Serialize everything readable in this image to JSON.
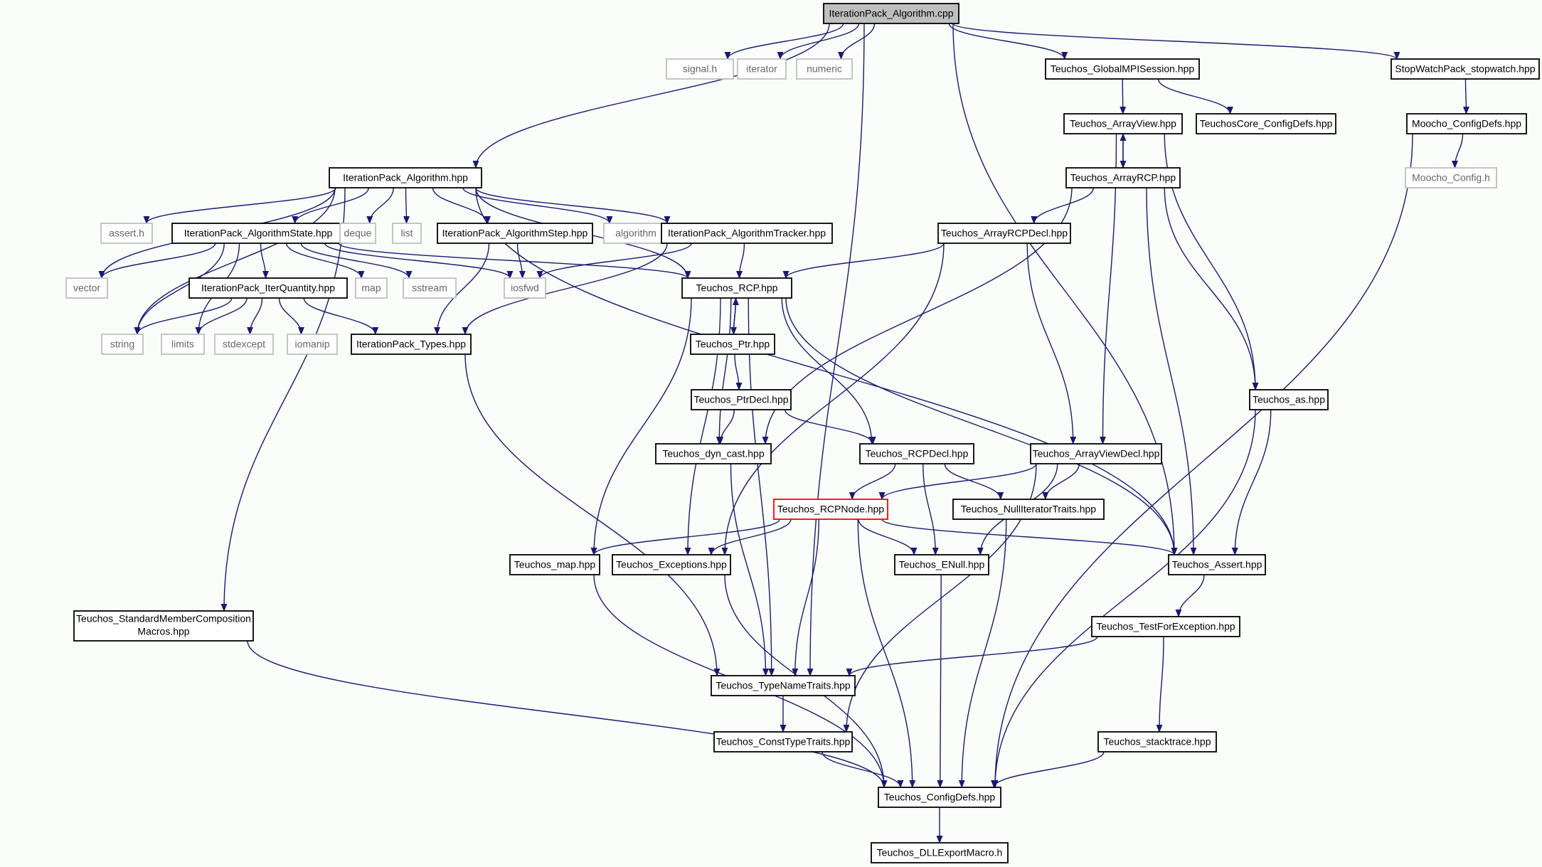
{
  "colors": {
    "edge": "#191970",
    "root_fill": "#bfbfbf",
    "system_border": "#bfbfbf",
    "highlight_border": "#ff0000",
    "background": "#fbfdfb"
  },
  "nodes": {
    "n_root": "IterationPack_Algorithm.cpp",
    "n_signal": "signal.h",
    "n_iterator": "iterator",
    "n_numeric": "numeric",
    "n_globalmpi": "Teuchos_GlobalMPISession.hpp",
    "n_stopwatch": "StopWatchPack_stopwatch.hpp",
    "n_arrayview": "Teuchos_ArrayView.hpp",
    "n_corecfg": "TeuchosCore_ConfigDefs.hpp",
    "n_mooCfgDefs": "Moocho_ConfigDefs.hpp",
    "n_arrayrcp": "Teuchos_ArrayRCP.hpp",
    "n_mooCfgH": "Moocho_Config.h",
    "n_algohpp": "IterationPack_Algorithm.hpp",
    "n_asserth": "assert.h",
    "n_algostate": "IterationPack_AlgorithmState.hpp",
    "n_deque": "deque",
    "n_list": "list",
    "n_algostep": "IterationPack_AlgorithmStep.hpp",
    "n_algorithm": "algorithm",
    "n_algotracker": "IterationPack_AlgorithmTracker.hpp",
    "n_arrayrcpdecl": "Teuchos_ArrayRCPDecl.hpp",
    "n_vector": "vector",
    "n_iterqty": "IterationPack_IterQuantity.hpp",
    "n_map": "map",
    "n_sstream": "sstream",
    "n_iosfwd": "iosfwd",
    "n_rcp": "Teuchos_RCP.hpp",
    "n_string": "string",
    "n_limits": "limits",
    "n_stdexcept": "stdexcept",
    "n_iomanip": "iomanip",
    "n_types": "IterationPack_Types.hpp",
    "n_ptr": "Teuchos_Ptr.hpp",
    "n_ptrdecl": "Teuchos_PtrDecl.hpp",
    "n_as": "Teuchos_as.hpp",
    "n_dyncast": "Teuchos_dyn_cast.hpp",
    "n_rcpdecl": "Teuchos_RCPDecl.hpp",
    "n_arrayviewdecl": "Teuchos_ArrayViewDecl.hpp",
    "n_rcpnode": "Teuchos_RCPNode.hpp",
    "n_nulliter": "Teuchos_NullIteratorTraits.hpp",
    "n_tmap": "Teuchos_map.hpp",
    "n_exceptions": "Teuchos_Exceptions.hpp",
    "n_enull": "Teuchos_ENull.hpp",
    "n_assert": "Teuchos_Assert.hpp",
    "n_smc_line1": "Teuchos_StandardMemberComposition",
    "n_smc_line2": "Macros.hpp",
    "n_testforexc": "Teuchos_TestForException.hpp",
    "n_typename": "Teuchos_TypeNameTraits.hpp",
    "n_consttype": "Teuchos_ConstTypeTraits.hpp",
    "n_stacktrace": "Teuchos_stacktrace.hpp",
    "n_configdefs": "Teuchos_ConfigDefs.hpp",
    "n_dllexport": "Teuchos_DLLExportMacro.h"
  },
  "edges": [
    [
      "n_root",
      "n_signal"
    ],
    [
      "n_root",
      "n_iterator"
    ],
    [
      "n_root",
      "n_numeric"
    ],
    [
      "n_root",
      "n_globalmpi"
    ],
    [
      "n_root",
      "n_stopwatch"
    ],
    [
      "n_root",
      "n_algohpp"
    ],
    [
      "n_root",
      "n_typename"
    ],
    [
      "n_root",
      "n_assert"
    ],
    [
      "n_globalmpi",
      "n_arrayview"
    ],
    [
      "n_globalmpi",
      "n_corecfg"
    ],
    [
      "n_stopwatch",
      "n_mooCfgDefs"
    ],
    [
      "n_mooCfgDefs",
      "n_mooCfgH"
    ],
    [
      "n_mooCfgDefs",
      "n_configdefs"
    ],
    [
      "n_arrayview",
      "n_arrayrcp"
    ],
    [
      "n_arrayrcp",
      "n_arrayview"
    ],
    [
      "n_arrayview",
      "n_as"
    ],
    [
      "n_arrayview",
      "n_arrayviewdecl"
    ],
    [
      "n_arrayrcp",
      "n_arrayrcpdecl"
    ],
    [
      "n_arrayrcp",
      "n_dyncast"
    ],
    [
      "n_arrayrcp",
      "n_as"
    ],
    [
      "n_arrayrcp",
      "n_assert"
    ],
    [
      "n_arrayrcpdecl",
      "n_rcp"
    ],
    [
      "n_arrayrcpdecl",
      "n_arrayviewdecl"
    ],
    [
      "n_arrayrcpdecl",
      "n_exceptions"
    ],
    [
      "n_algohpp",
      "n_asserth"
    ],
    [
      "n_algohpp",
      "n_algostate"
    ],
    [
      "n_algohpp",
      "n_deque"
    ],
    [
      "n_algohpp",
      "n_list"
    ],
    [
      "n_algohpp",
      "n_algostep"
    ],
    [
      "n_algohpp",
      "n_algorithm"
    ],
    [
      "n_algohpp",
      "n_algotracker"
    ],
    [
      "n_algohpp",
      "n_vector"
    ],
    [
      "n_algohpp",
      "n_string"
    ],
    [
      "n_algohpp",
      "n_rcp"
    ],
    [
      "n_algohpp",
      "n_assert"
    ],
    [
      "n_algohpp",
      "n_smc"
    ],
    [
      "n_algostate",
      "n_vector"
    ],
    [
      "n_algostate",
      "n_string"
    ],
    [
      "n_algostate",
      "n_limits"
    ],
    [
      "n_algostate",
      "n_iterqty"
    ],
    [
      "n_algostate",
      "n_map"
    ],
    [
      "n_algostate",
      "n_sstream"
    ],
    [
      "n_algostate",
      "n_iosfwd"
    ],
    [
      "n_algostate",
      "n_rcp"
    ],
    [
      "n_algostep",
      "n_iosfwd"
    ],
    [
      "n_algostep",
      "n_types"
    ],
    [
      "n_algotracker",
      "n_iosfwd"
    ],
    [
      "n_algotracker",
      "n_rcp"
    ],
    [
      "n_algotracker",
      "n_types"
    ],
    [
      "n_iterqty",
      "n_string"
    ],
    [
      "n_iterqty",
      "n_limits"
    ],
    [
      "n_iterqty",
      "n_stdexcept"
    ],
    [
      "n_iterqty",
      "n_iomanip"
    ],
    [
      "n_iterqty",
      "n_types"
    ],
    [
      "n_types",
      "n_typename"
    ],
    [
      "n_rcp",
      "n_ptr"
    ],
    [
      "n_ptr",
      "n_rcp"
    ],
    [
      "n_rcp",
      "n_dyncast"
    ],
    [
      "n_rcp",
      "n_rcpdecl"
    ],
    [
      "n_rcp",
      "n_tmap"
    ],
    [
      "n_rcp",
      "n_exceptions"
    ],
    [
      "n_rcp",
      "n_typename"
    ],
    [
      "n_rcp",
      "n_assert"
    ],
    [
      "n_ptr",
      "n_ptrdecl"
    ],
    [
      "n_ptrdecl",
      "n_dyncast"
    ],
    [
      "n_ptrdecl",
      "n_rcpdecl"
    ],
    [
      "n_rcpdecl",
      "n_rcpnode"
    ],
    [
      "n_rcpdecl",
      "n_nulliter"
    ],
    [
      "n_rcpdecl",
      "n_enull"
    ],
    [
      "n_arrayviewdecl",
      "n_rcpnode"
    ],
    [
      "n_arrayviewdecl",
      "n_nulliter"
    ],
    [
      "n_arrayviewdecl",
      "n_enull"
    ],
    [
      "n_arrayviewdecl",
      "n_consttype"
    ],
    [
      "n_as",
      "n_assert"
    ],
    [
      "n_as",
      "n_configdefs"
    ],
    [
      "n_dyncast",
      "n_typename"
    ],
    [
      "n_rcpnode",
      "n_tmap"
    ],
    [
      "n_rcpnode",
      "n_exceptions"
    ],
    [
      "n_rcpnode",
      "n_enull"
    ],
    [
      "n_rcpnode",
      "n_assert"
    ],
    [
      "n_rcpnode",
      "n_typename"
    ],
    [
      "n_rcpnode",
      "n_configdefs"
    ],
    [
      "n_nulliter",
      "n_configdefs"
    ],
    [
      "n_tmap",
      "n_configdefs"
    ],
    [
      "n_exceptions",
      "n_configdefs"
    ],
    [
      "n_enull",
      "n_configdefs"
    ],
    [
      "n_assert",
      "n_testforexc"
    ],
    [
      "n_testforexc",
      "n_typename"
    ],
    [
      "n_testforexc",
      "n_stacktrace"
    ],
    [
      "n_smc",
      "n_configdefs"
    ],
    [
      "n_typename",
      "n_consttype"
    ],
    [
      "n_consttype",
      "n_configdefs"
    ],
    [
      "n_stacktrace",
      "n_configdefs"
    ],
    [
      "n_configdefs",
      "n_dllexport"
    ]
  ]
}
